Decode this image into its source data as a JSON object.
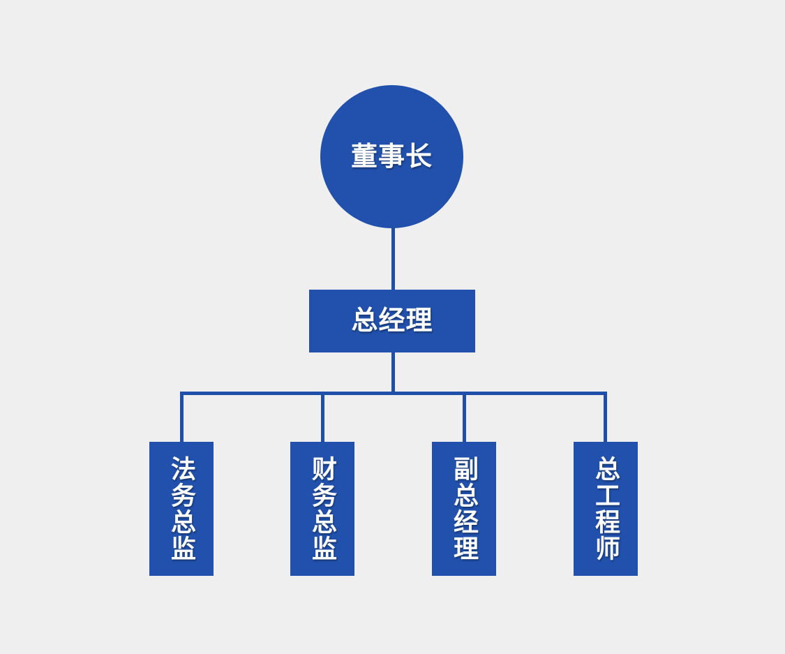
{
  "colors": {
    "background": "#efeff0",
    "node_fill": "#2151ac",
    "connector": "#1f4fa9",
    "text": "#ffffff"
  },
  "org_chart": {
    "root": {
      "label": "董事长"
    },
    "manager": {
      "label": "总经理"
    },
    "departments": [
      {
        "label": "法务总监"
      },
      {
        "label": "财务总监"
      },
      {
        "label": "副总经理"
      },
      {
        "label": "总工程师"
      }
    ]
  }
}
